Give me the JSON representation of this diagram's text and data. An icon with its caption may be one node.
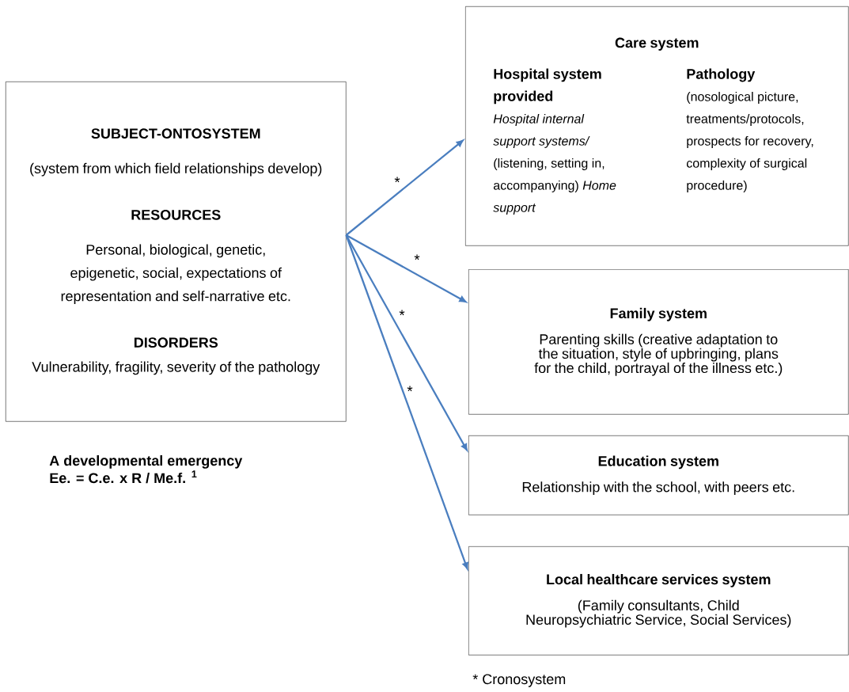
{
  "diagram": {
    "nodes": [
      {
        "text": [
          "SUBJECT-ONTOSYSTEM",
          "(system from which field relationships develop)",
          "RESOURCES",
          "Personal, biological, genetic, epigenetic, social, expectations of representation and self-narrative etc.",
          "DISORDERS",
          "Vulnerability, fragility, severity of the pathology"
        ]
      },
      {
        "text": [
          "Care system",
          "Hospital system provided",
          "*Hospital internal support systems/* (listening, setting in, accompanying) *Home support*",
          "Pathology",
          "(nosological picture, treatments/protocols, prospects for recovery, complexity of surgical procedure)"
        ]
      },
      {
        "text": [
          "Family system",
          "Parenting skills (creative adaptation to the situation, style of upbringing, plans for the child, portrayal of the illness etc.)"
        ]
      },
      {
        "text": [
          "Education system",
          "Relationship with the school, with peers etc."
        ]
      },
      {
        "text": [
          "Local healthcare services system",
          "(Family consultants, Child Neuropsychiatric Service, Social Services)"
        ]
      }
    ],
    "edges": [
      {
        "from": 0,
        "to": 1,
        "arrow": "to",
        "label": "*"
      },
      {
        "from": 0,
        "to": 2,
        "arrow": "to",
        "label": "*"
      },
      {
        "from": 0,
        "to": 3,
        "arrow": "to",
        "label": "*"
      },
      {
        "from": 0,
        "to": 4,
        "arrow": "to",
        "label": "*"
      }
    ],
    "labels": [
      "A developmental emergency",
      "Ee. = C.e. x R / Me.f. $^{1}$",
      "* Cronosystem"
    ]
  }
}
